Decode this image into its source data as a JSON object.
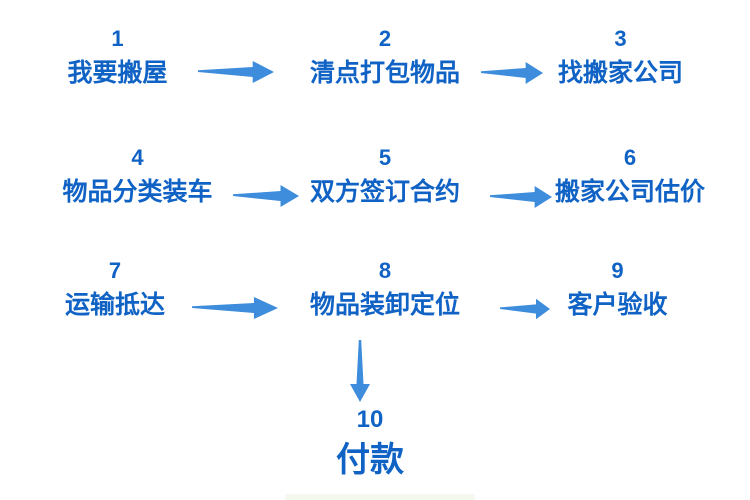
{
  "diagram": {
    "description": "moving-house-process-flowchart",
    "colors": {
      "text_blue": "#1063c5",
      "arrow_blue": "#3d8ddc",
      "background": "#ffffff"
    },
    "steps": [
      {
        "number": "1",
        "label": "我要搬屋"
      },
      {
        "number": "2",
        "label": "清点打包物品"
      },
      {
        "number": "3",
        "label": "找搬家公司"
      },
      {
        "number": "4",
        "label": "物品分类装车"
      },
      {
        "number": "5",
        "label": "双方签订合约"
      },
      {
        "number": "6",
        "label": "搬家公司估价"
      },
      {
        "number": "7",
        "label": "运输抵达"
      },
      {
        "number": "8",
        "label": "物品装卸定位"
      },
      {
        "number": "9",
        "label": "客户验收"
      },
      {
        "number": "10",
        "label": "付款"
      }
    ]
  }
}
